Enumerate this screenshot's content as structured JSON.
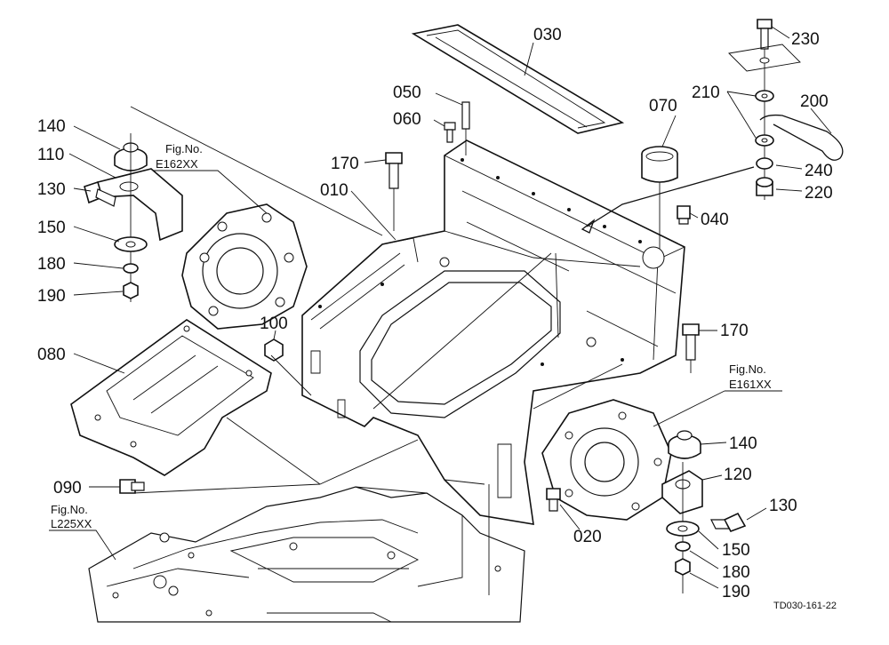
{
  "labels": {
    "p140a": "140",
    "p110": "110",
    "p130a": "130",
    "p150a": "150",
    "p180a": "180",
    "p190a": "190",
    "p080": "080",
    "p090": "090",
    "p100": "100",
    "p050": "050",
    "p060": "060",
    "p170a": "170",
    "p010": "010",
    "p030": "030",
    "p070": "070",
    "p040": "040",
    "p170b": "170",
    "p210": "210",
    "p230": "230",
    "p200": "200",
    "p240": "240",
    "p220": "220",
    "p140b": "140",
    "p120": "120",
    "p130b": "130",
    "p150b": "150",
    "p180b": "180",
    "p190b": "190",
    "p020": "020"
  },
  "references": {
    "e162_fig": "Fig.No.",
    "e162_code": "E162XX",
    "e161_fig": "Fig.No.",
    "e161_code": "E161XX",
    "l225_fig": "Fig.No.",
    "l225_code": "L225XX"
  },
  "drawing_code": "TD030-161-22"
}
